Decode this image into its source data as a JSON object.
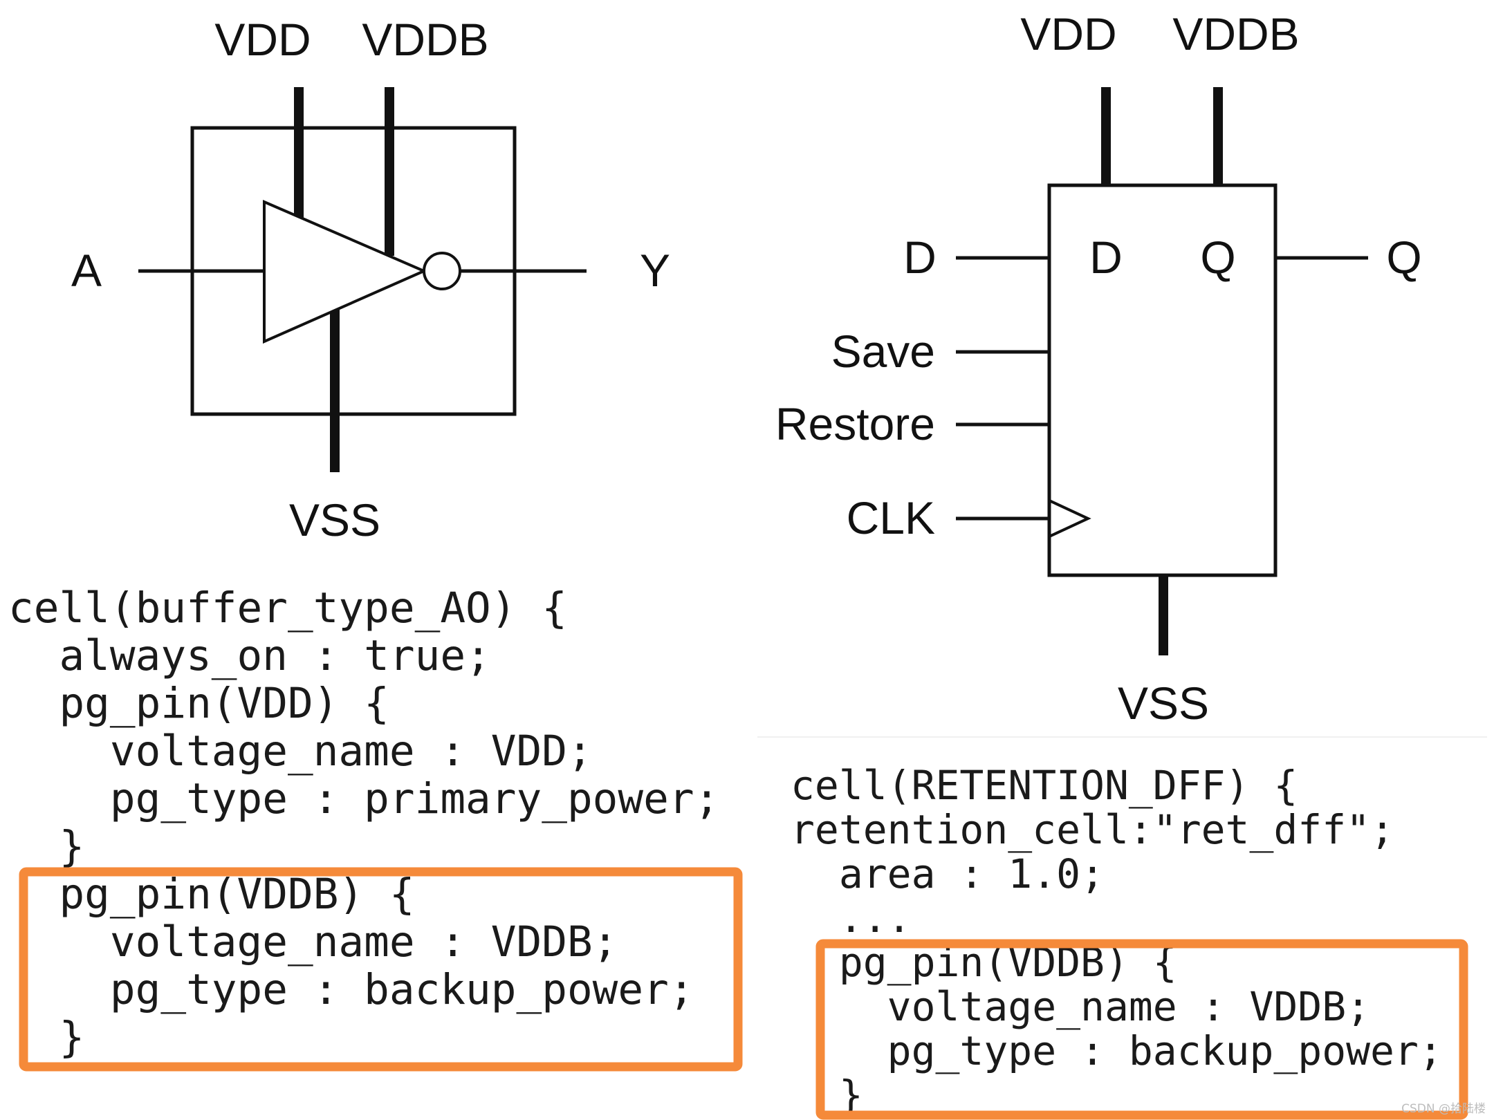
{
  "left_cell": {
    "pins": {
      "vdd": "VDD",
      "vddb": "VDDB",
      "vss": "VSS",
      "input": "A",
      "output": "Y"
    },
    "code_lines": [
      "cell(buffer_type_AO) {",
      "  always_on : true;",
      "  pg_pin(VDD) {",
      "    voltage_name : VDD;",
      "    pg_type : primary_power;",
      "  }",
      "  pg_pin(VDDB) {",
      "    voltage_name : VDDB;",
      "    pg_type : backup_power;",
      "  }"
    ]
  },
  "right_cell": {
    "pins": {
      "vdd": "VDD",
      "vddb": "VDDB",
      "vss": "VSS",
      "d_ext": "D",
      "d_int": "D",
      "q_int": "Q",
      "q_ext": "Q",
      "save": "Save",
      "restore": "Restore",
      "clk": "CLK"
    },
    "code_lines": [
      "cell(RETENTION_DFF) {",
      "retention_cell:\"ret_dff\";",
      "  area : 1.0;",
      "  ...",
      "  pg_pin(VDDB) {",
      "    voltage_name : VDDB;",
      "    pg_type : backup_power;",
      "  }"
    ]
  },
  "watermark": "CSDN @拾陆楼",
  "colors": {
    "highlight": "#f58a3a",
    "ink": "#111111"
  }
}
